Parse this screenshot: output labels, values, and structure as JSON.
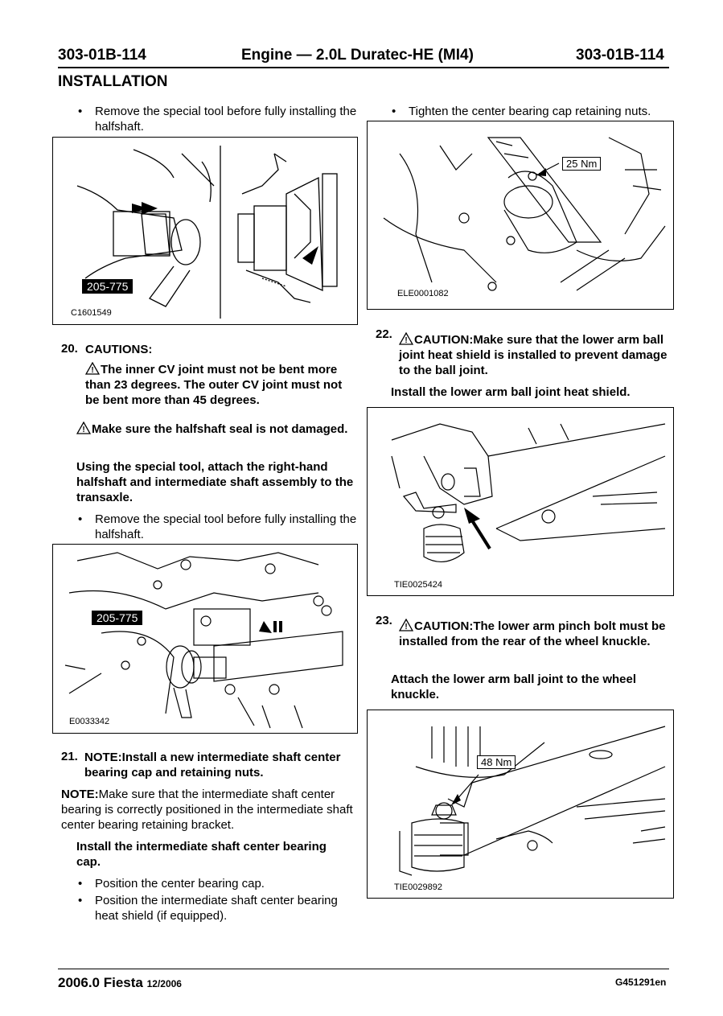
{
  "header": {
    "left": "303-01B-114",
    "center": "Engine — 2.0L Duratec-HE (MI4)",
    "right": "303-01B-114"
  },
  "section_title": "INSTALLATION",
  "left": {
    "bullet_top": "Remove the special tool before fully installing the halfshaft.",
    "fig1": {
      "tool_tag": "205-775",
      "caption": "C1601549"
    },
    "step20": {
      "number": "20.",
      "title": "CAUTIONS:",
      "caution1": "The inner CV joint must not be bent more than 23 degrees. The outer CV joint must not be bent more than 45 degrees.",
      "caution2": "Make sure the halfshaft seal is not damaged.",
      "instruction": "Using the special tool, attach the right-hand halfshaft and intermediate shaft assembly to the transaxle.",
      "bullet": "Remove the special tool before fully installing the halfshaft."
    },
    "fig2": {
      "tool_tag": "205-775",
      "caption": "E0033342"
    },
    "step21": {
      "number": "21.",
      "title": "NOTE:Install a new intermediate shaft center bearing cap and retaining nuts.",
      "note_label": "NOTE:",
      "note_text": "Make sure that the intermediate shaft center bearing is correctly positioned in the intermediate shaft center bearing retaining bracket.",
      "instruction": "Install the intermediate shaft center bearing cap.",
      "bullet1": "Position the center bearing cap.",
      "bullet2": "Position the intermediate shaft center bearing heat shield (if equipped)."
    }
  },
  "right": {
    "bullet_top": "Tighten the center bearing cap retaining nuts.",
    "fig3": {
      "torque": "25 Nm",
      "caption": "ELE0001082"
    },
    "step22": {
      "number": "22.",
      "caution": "CAUTION:Make sure that the lower arm ball joint heat shield is installed to prevent damage to the ball joint.",
      "instruction": "Install the lower arm ball joint heat shield."
    },
    "fig4": {
      "caption": "TIE0025424"
    },
    "step23": {
      "number": "23.",
      "caution": "CAUTION:The lower arm pinch bolt must be installed from the rear of the wheel knuckle.",
      "instruction": "Attach the lower arm ball joint to the wheel knuckle."
    },
    "fig5": {
      "torque": "48 Nm",
      "caption": "TIE0029892"
    }
  },
  "footer": {
    "model": "2006.0 Fiesta",
    "date": "12/2006",
    "code": "G451291en"
  }
}
